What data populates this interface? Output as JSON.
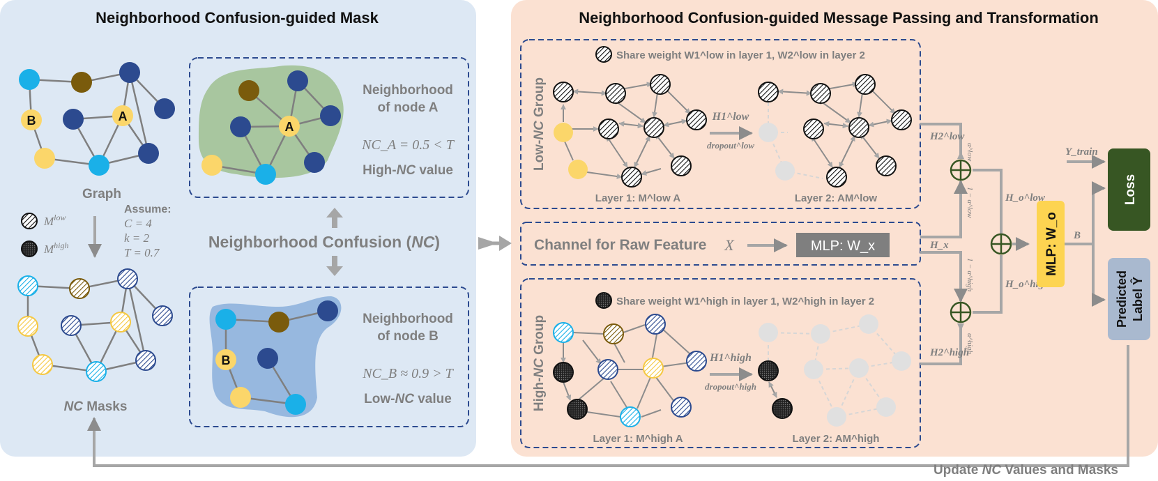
{
  "left_panel": {
    "title": "Neighborhood Confusion-guided Mask",
    "graph_label": "Graph",
    "node_a": "A",
    "node_b": "B",
    "assume": [
      "Assume:",
      "C = 4",
      "k = 2",
      "T = 0.7"
    ],
    "legend": {
      "m_low": "M",
      "m_low_sup": "low",
      "m_high": "M",
      "m_high_sup": "high"
    },
    "masks_label": {
      "nc": "NC",
      "rest": " Masks"
    },
    "nc_label": {
      "pre": "Neighborhood Confusion (",
      "nc": "NC",
      "post": ")"
    },
    "box_a": {
      "line1": "Neighborhood",
      "line2": "of node A",
      "eq": "NC_A = 0.5 < T",
      "val_pre": "High-",
      "val_nc": "NC",
      "val_post": " value"
    },
    "box_b": {
      "line1": "Neighborhood",
      "line2": "of node B",
      "eq": "NC_B ≈ 0.9 > T",
      "val_pre": "Low-",
      "val_nc": "NC",
      "val_post": " value"
    }
  },
  "right_panel": {
    "title": "Neighborhood Confusion-guided Message Passing and Transformation",
    "low_group": {
      "pre": "Low-",
      "nc": "NC",
      "post": " Group"
    },
    "high_group": {
      "pre": "High-",
      "nc": "NC",
      "post": " Group"
    },
    "share_low": "Share weight W1^low in layer 1,  W2^low in layer 2",
    "share_high": "Share weight W1^high in layer 1,  W2^high in layer 2",
    "layer1_low": "Layer 1:  M^low A",
    "layer2_low": "Layer 2:  AM^low",
    "layer1_high": "Layer 1:  M^high A",
    "layer2_high": "Layer 2:  AM^high",
    "h1_low": "H1^low",
    "h1_high": "H1^high",
    "dropout_low": "dropout^low",
    "dropout_high": "dropout^high",
    "channel_label": "Channel for Raw Feature",
    "x_label": "X",
    "mlp_x": "MLP: W_x",
    "mlp_o": "MLP: W_o",
    "h2_low": "H2^low",
    "h2_high": "H2^high",
    "hx": "H_x",
    "alpha_low": "α^low",
    "one_minus_alpha_low": "1 − α^low",
    "alpha_high": "α^high",
    "one_minus_alpha_high": "1 − α^high",
    "ho_low": "H_o^low",
    "ho_high": "H_o^high",
    "y_train": "Y_train",
    "b_label": "B",
    "loss": "Loss",
    "predicted": "Predicted",
    "label_yhat": "Label Ŷ",
    "update": {
      "pre": "Update ",
      "nc": "NC",
      "post": " Values and Masks"
    }
  },
  "colors": {
    "left_bg": "#dde8f4",
    "right_bg": "#fbe1d2",
    "cyan": "#1ab0e8",
    "brown": "#7a5b0c",
    "navy": "#2c4a8f",
    "yellow": "#fbd66a",
    "gray": "#a6a6a6",
    "green_box": "#375623",
    "mlp_yellow": "#fdd451",
    "pred_blue": "#a9b9cf"
  }
}
